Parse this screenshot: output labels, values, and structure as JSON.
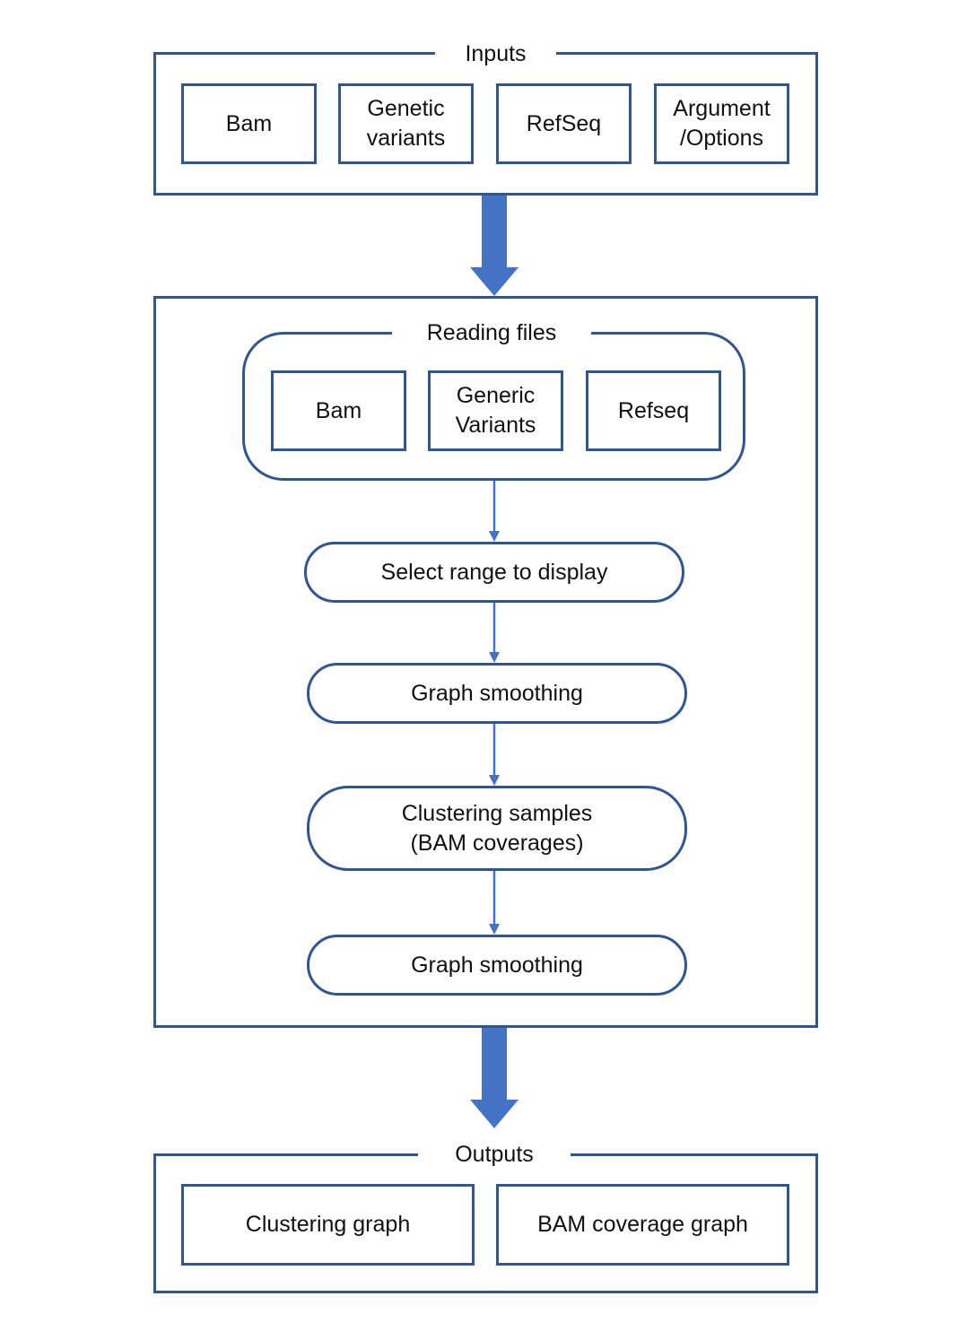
{
  "diagram": {
    "inputs": {
      "title": "Inputs",
      "items": [
        "Bam",
        "Genetic\nvariants",
        "RefSeq",
        "Argument\n/Options"
      ]
    },
    "processing": {
      "reading_files": {
        "title": "Reading files",
        "items": [
          "Bam",
          "Generic\nVariants",
          "Refseq"
        ]
      },
      "steps": [
        "Select range to display",
        "Graph smoothing",
        "Clustering samples\n(BAM coverages)",
        "Graph smoothing"
      ]
    },
    "outputs": {
      "title": "Outputs",
      "items": [
        "Clustering graph",
        "BAM coverage graph"
      ]
    }
  },
  "colors": {
    "border": "#2f5597",
    "big_arrow": "#4472c4",
    "thin_arrow": "#4472c4"
  }
}
